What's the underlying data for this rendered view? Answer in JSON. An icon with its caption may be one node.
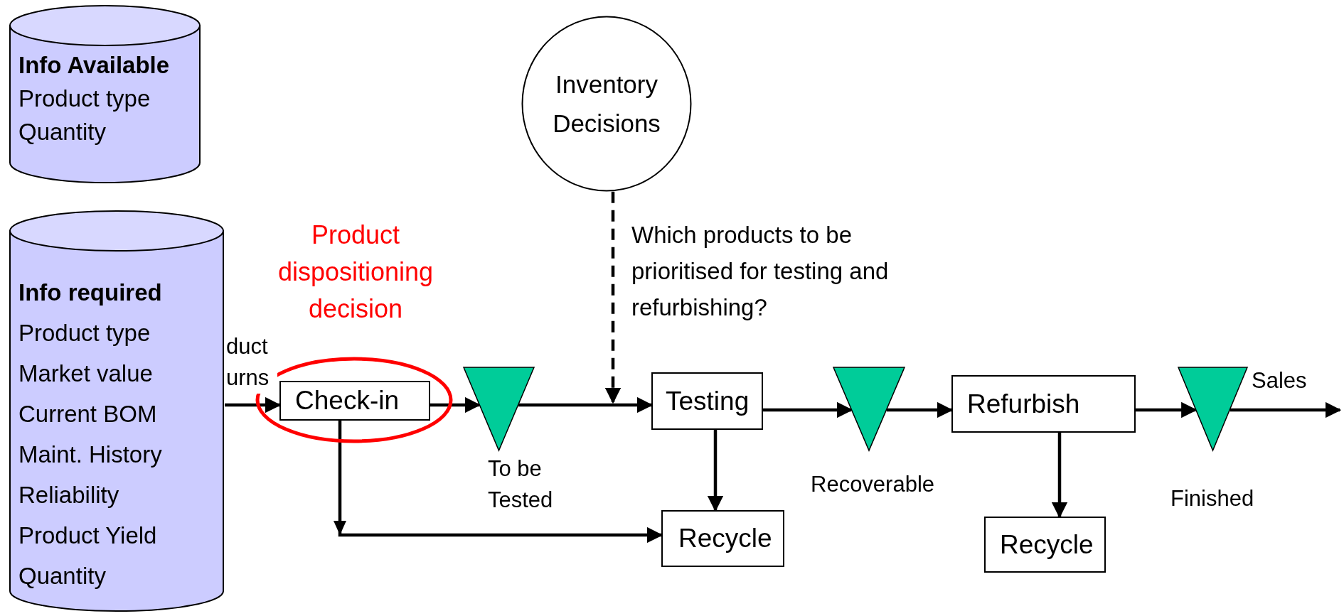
{
  "diagram": {
    "nodes": [
      {
        "text": [
          "Info Available",
          "Product type",
          "Quantity"
        ]
      },
      {
        "text": [
          "Info required",
          "Product type",
          "Market value",
          "Current BOM",
          "Maint. History",
          "Reliability",
          "Product Yield",
          "Quantity"
        ]
      },
      {
        "text": [
          "Inventory Decisions"
        ]
      },
      {
        "text": [
          "Product dispositioning decision"
        ]
      },
      {
        "text": [
          "Check-in"
        ],
        "in": 3
      },
      {
        "text": [],
        "shape": "triangle",
        "beside": [
          "To be Tested"
        ]
      },
      {
        "text": [
          "Testing"
        ]
      },
      {
        "text": [
          "Recycle"
        ]
      },
      {
        "text": [],
        "shape": "triangle",
        "beside": [
          "Recoverable"
        ]
      },
      {
        "text": [
          "Refurbish"
        ]
      },
      {
        "text": [
          "Recycle"
        ]
      },
      {
        "text": [],
        "shape": "triangle",
        "beside": [
          "Finished"
        ]
      }
    ],
    "edges": [
      {
        "from": 1,
        "to": 4,
        "arrow": "to",
        "label": "duct urns"
      },
      {
        "from": 4,
        "to": 5,
        "arrow": "to"
      },
      {
        "from": 4,
        "to": 7,
        "arrow": "to"
      },
      {
        "from": 5,
        "to": 6,
        "arrow": "to"
      },
      {
        "from": 2,
        "to": 6,
        "arrow": "to",
        "style": "dashed",
        "label": "Which products  to be prioritised for testing and refurbishing?"
      },
      {
        "from": 6,
        "to": 7,
        "arrow": "to"
      },
      {
        "from": 6,
        "to": 8,
        "arrow": "to"
      },
      {
        "from": 8,
        "to": 9,
        "arrow": "to"
      },
      {
        "from": 9,
        "to": 10,
        "arrow": "to"
      },
      {
        "from": 9,
        "to": 11,
        "arrow": "to"
      },
      {
        "from": 11,
        "to": null,
        "arrow": "to",
        "label": "Sales"
      }
    ]
  }
}
